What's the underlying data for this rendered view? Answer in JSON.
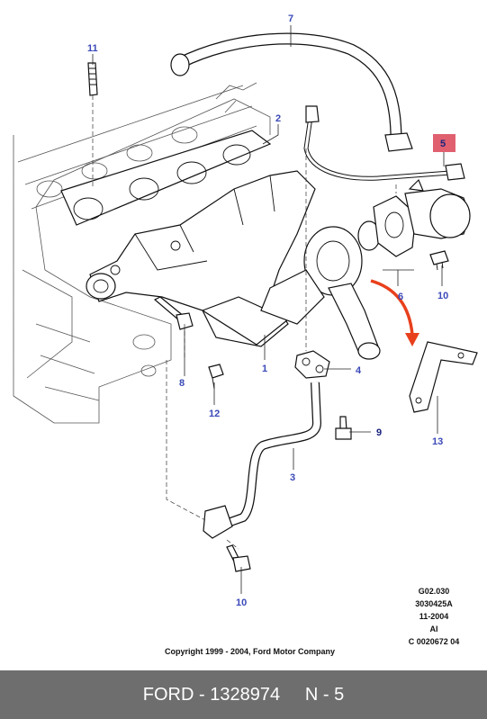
{
  "callouts": {
    "c1": "1",
    "c2": "2",
    "c3": "3",
    "c4": "4",
    "c5": "5",
    "c6": "6",
    "c7": "7",
    "c8": "8",
    "c9": "9",
    "c10a": "10",
    "c10b": "10",
    "c11": "11",
    "c12": "12",
    "c13": "13"
  },
  "highlight_color": "#e06070",
  "arrow_color": "#e8401c",
  "meta": {
    "line1": "G02.030",
    "line2": "3030425A",
    "line3": "11-2004",
    "line4": "AI",
    "line5": "C 0020672 04"
  },
  "copyright": "Copyright 1999 - 2004, Ford Motor Company",
  "footer": {
    "text": "FORD - 1328974     N - 5"
  }
}
